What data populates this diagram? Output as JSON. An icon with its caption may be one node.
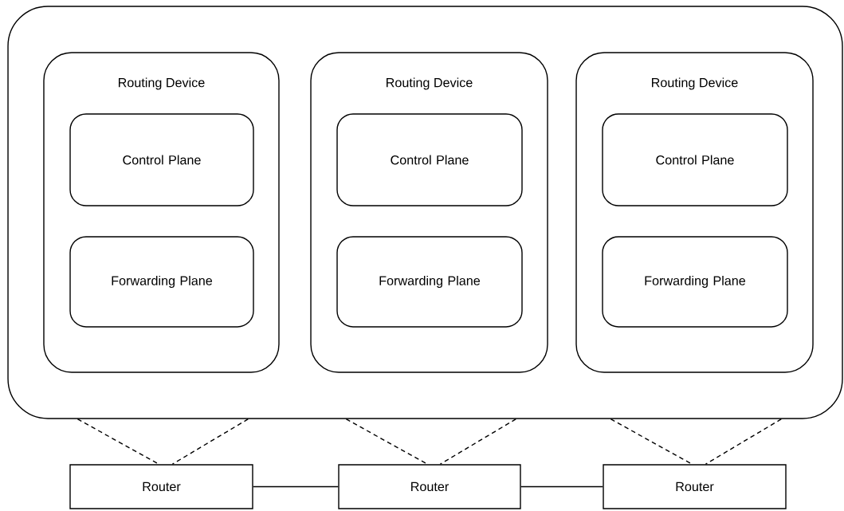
{
  "diagram": {
    "nodes": [
      {
        "text": [],
        "shape": "box"
      },
      {
        "text": [
          "Routing Device"
        ],
        "in": 0
      },
      {
        "text": [
          "Control Plane"
        ],
        "in": 1
      },
      {
        "text": [
          "Forwarding Plane"
        ],
        "in": 1
      },
      {
        "text": [
          "Routing Device"
        ],
        "in": 0
      },
      {
        "text": [
          "Control Plane"
        ],
        "in": 4
      },
      {
        "text": [
          "Forwarding Plane"
        ],
        "in": 4
      },
      {
        "text": [
          "Routing Device"
        ],
        "in": 0
      },
      {
        "text": [
          "Control Plane"
        ],
        "in": 7
      },
      {
        "text": [
          "Forwarding Plane"
        ],
        "in": 7
      },
      {
        "text": [
          "Router"
        ]
      },
      {
        "text": [
          "Router"
        ]
      },
      {
        "text": [
          "Router"
        ]
      }
    ],
    "edges": [
      {
        "from": 0,
        "to": 10,
        "arrow": "none",
        "style": "dashed"
      },
      {
        "from": 0,
        "to": 10,
        "arrow": "none",
        "style": "dashed"
      },
      {
        "from": 0,
        "to": 11,
        "arrow": "none",
        "style": "dashed"
      },
      {
        "from": 0,
        "to": 11,
        "arrow": "none",
        "style": "dashed"
      },
      {
        "from": 0,
        "to": 12,
        "arrow": "none",
        "style": "dashed"
      },
      {
        "from": 0,
        "to": 12,
        "arrow": "none",
        "style": "dashed"
      },
      {
        "from": 10,
        "to": 11,
        "arrow": "none"
      },
      {
        "from": 11,
        "to": 12,
        "arrow": "none"
      }
    ]
  }
}
